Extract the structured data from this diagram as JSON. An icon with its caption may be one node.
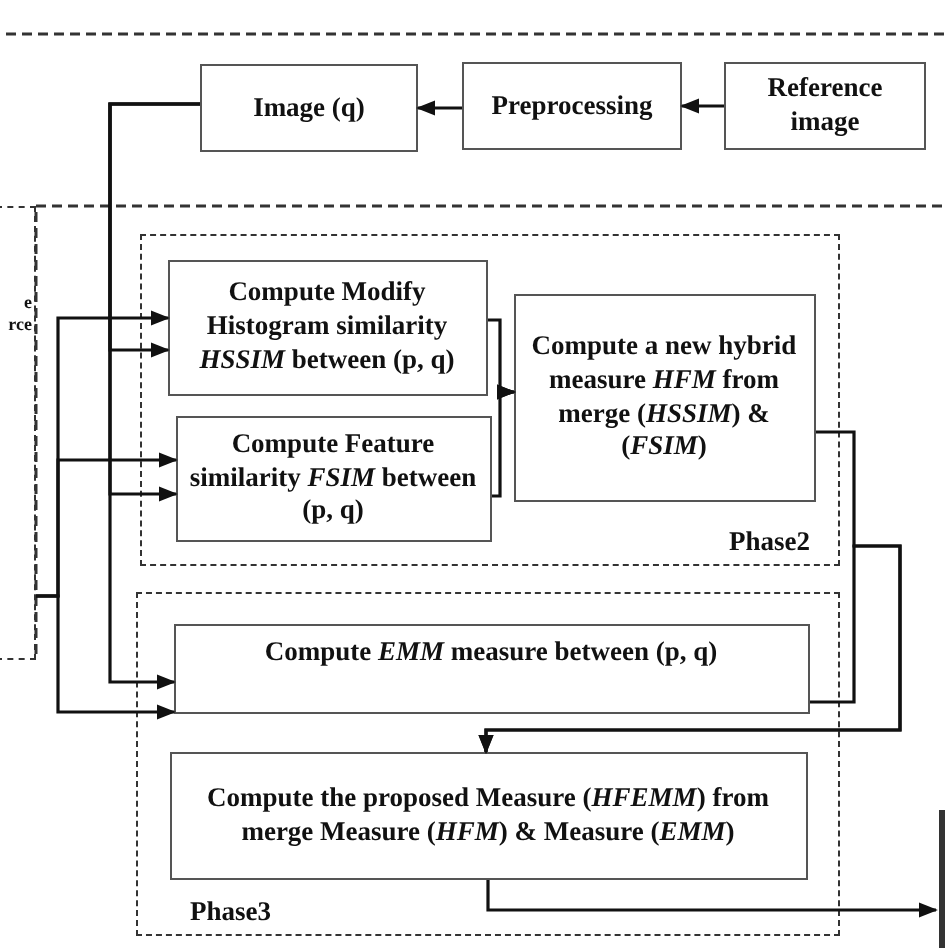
{
  "diagram": {
    "nodes": [
      {
        "text": [
          "Image (q)"
        ]
      },
      {
        "text": [
          "Preprocessing"
        ]
      },
      {
        "text": [
          "Reference image"
        ]
      },
      {
        "text": [
          "Phase2"
        ]
      },
      {
        "text": [
          "Compute Modify Histogram similarity *HSSIM* between (p, q)"
        ],
        "in": 3
      },
      {
        "text": [
          "Compute Feature similarity *FSIM* between (p, q)"
        ],
        "in": 3
      },
      {
        "text": [
          "Compute a new hybrid measure *HFM* from merge (*HSSIM*) & (*FSIM*)"
        ],
        "in": 3
      },
      {
        "text": [
          "Phase3"
        ]
      },
      {
        "text": [
          "Compute *EMM* measure between (p, q)"
        ],
        "in": 7
      },
      {
        "text": [
          "Compute the proposed Measure (*HFEMM*) from merge Measure (*HFM*) & Measure (*EMM*)"
        ],
        "in": 7
      },
      {
        "text": [
          "e rce"
        ]
      }
    ],
    "edges": [
      {
        "from": 2,
        "to": 1,
        "arrow": "to"
      },
      {
        "from": 1,
        "to": 0,
        "arrow": "to"
      },
      {
        "from": 0,
        "to": 4,
        "arrow": "to"
      },
      {
        "from": 0,
        "to": 5,
        "arrow": "to"
      },
      {
        "from": 0,
        "to": 8,
        "arrow": "to"
      },
      {
        "from": 10,
        "to": 4,
        "arrow": "to"
      },
      {
        "from": 10,
        "to": 5,
        "arrow": "to"
      },
      {
        "from": 10,
        "to": 8,
        "arrow": "to"
      },
      {
        "from": 4,
        "to": 6,
        "arrow": "to"
      },
      {
        "from": 5,
        "to": 6,
        "arrow": "to"
      },
      {
        "from": 6,
        "to": 9,
        "arrow": "to"
      },
      {
        "from": 8,
        "to": 9,
        "arrow": "to"
      },
      {
        "from": 9,
        "to": null,
        "arrow": "to"
      }
    ]
  }
}
